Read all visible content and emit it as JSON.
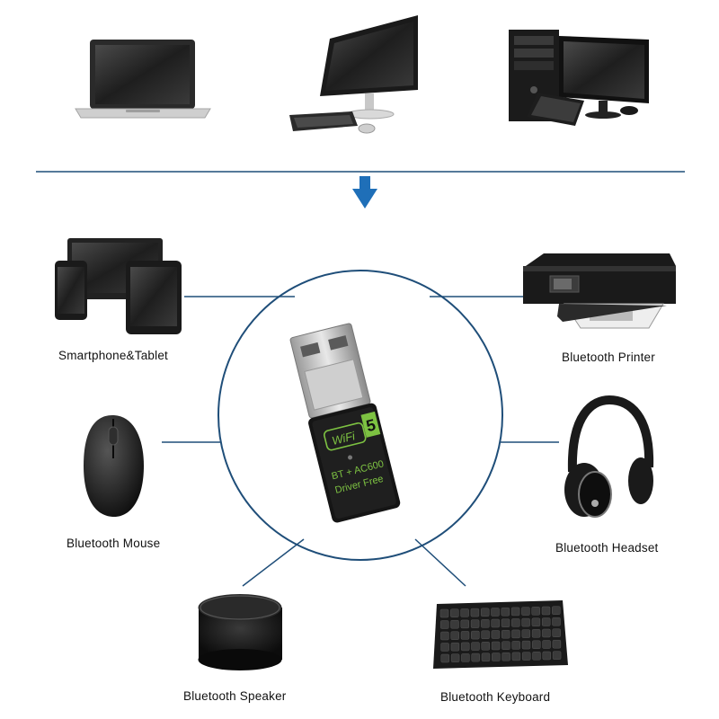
{
  "colors": {
    "line": "#1f4e79",
    "arrow": "#1f6fb8",
    "device_dark": "#1c1c1c",
    "screen": "#2d2d2d",
    "adapter_accent": "#7dc242"
  },
  "top_devices": [
    {
      "name": "laptop",
      "icon": "laptop-icon"
    },
    {
      "name": "desktop-monitor",
      "icon": "monitor-icon"
    },
    {
      "name": "desktop-tower",
      "icon": "pc-tower-icon"
    }
  ],
  "adapter": {
    "logo_text": "WiFi",
    "logo_number": "5",
    "line1": "BT + AC600",
    "line2": "Driver Free"
  },
  "labels": {
    "smartphone_tablet": "Smartphone&Tablet",
    "printer": "Bluetooth Printer",
    "mouse": "Bluetooth Mouse",
    "headset": "Bluetooth Headset",
    "speaker": "Bluetooth Speaker",
    "keyboard": "Bluetooth Keyboard"
  }
}
